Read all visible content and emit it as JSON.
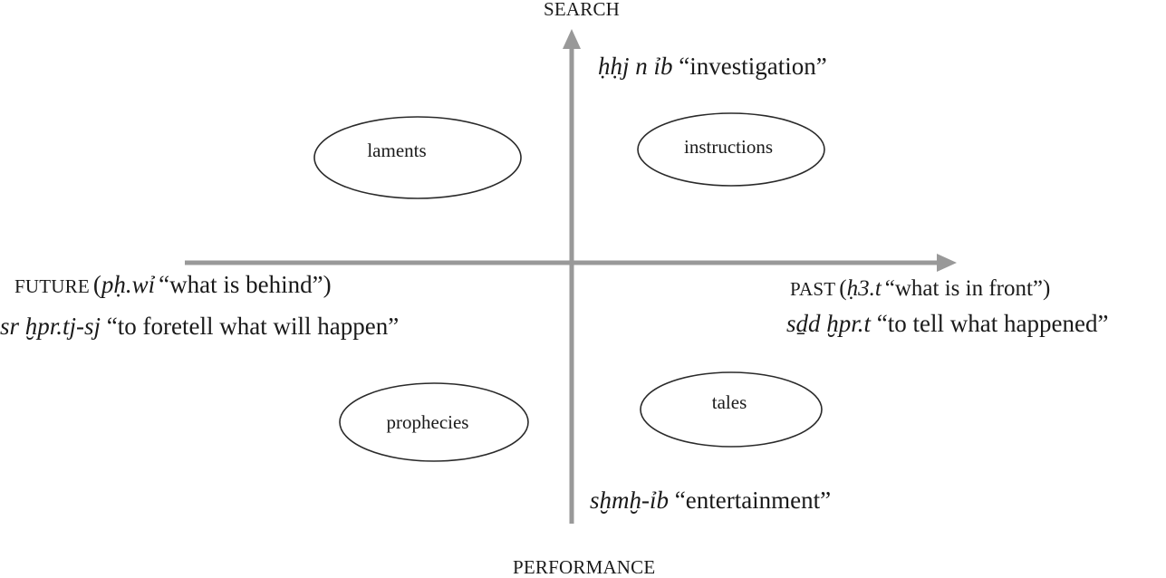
{
  "diagram": {
    "axis_labels": {
      "top": "SEARCH",
      "bottom": "PERFORMANCE"
    },
    "top_phrase": {
      "egyptian": "ḥḥj n ỉb",
      "gloss": "“investigation”"
    },
    "bottom_phrase": {
      "egyptian": "sḫmḫ-ỉb",
      "gloss": "“entertainment”"
    },
    "left": {
      "label": "FUTURE",
      "open": "(",
      "egyptian": "pḥ.wỉ",
      "gloss": "“what is behind”)",
      "line2_egyptian": "sr ḫpr.tj-sj",
      "line2_gloss": "“to foretell what will happen”"
    },
    "right": {
      "label": "PAST",
      "open": "(",
      "egyptian": "ḥ3.t",
      "gloss": "“what is in front”)",
      "line2_egyptian": "sḏd ḫpr.t",
      "line2_gloss": "“to tell what happened”"
    },
    "genres": {
      "top_left": "laments",
      "top_right": "instructions",
      "bottom_left": "prophecies",
      "bottom_right": "tales"
    },
    "colors": {
      "axis": "#999999",
      "oval_stroke": "#2a2a2a",
      "text": "#1a1a1a"
    }
  }
}
